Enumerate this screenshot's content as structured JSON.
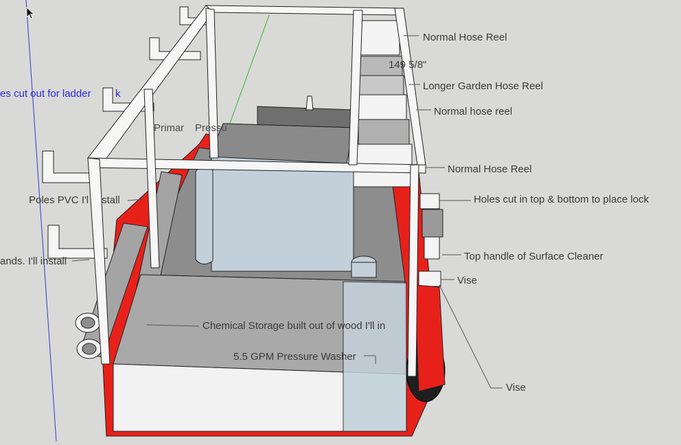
{
  "labels": {
    "normal_hose_reel_1": "Normal Hose Reel",
    "dimension": "149 5/8\"",
    "longer_garden_hose_reel": "Longer Garden Hose Reel",
    "normal_hose_reel_2": "Normal hose reel",
    "normal_hose_reel_3": "Normal Hose Reel",
    "holes_lock": "Holes cut in top & bottom to place lock",
    "top_handle": "Top handle of Surface Cleaner",
    "vise_1": "Vise",
    "vise_2": "Vise",
    "ladder_holes": "es cut out for ladder",
    "ladder_holes_tail": "k",
    "primary_pressure": "Primar",
    "primary_pressure_tail": "Pressu",
    "poles_pvc": "Poles PVC I'l",
    "poles_pvc_tail": "stall",
    "stands": "ands. I'll install",
    "chemical_storage": "Chemical Storage built out of wood I'll in",
    "pressure_washer": "5.5 GPM Pressure Washer"
  },
  "colors": {
    "background": "#d9d9d7",
    "trailer_red": "#e8201a",
    "frame_white": "#f4f4f4",
    "storage_gray": "#a9a9a9",
    "tank_blue": "#c3d0da",
    "blue_axis": "#3030d0",
    "green_axis": "#2fb52f"
  },
  "icons": {
    "cursor": "arrow-cursor-icon"
  }
}
